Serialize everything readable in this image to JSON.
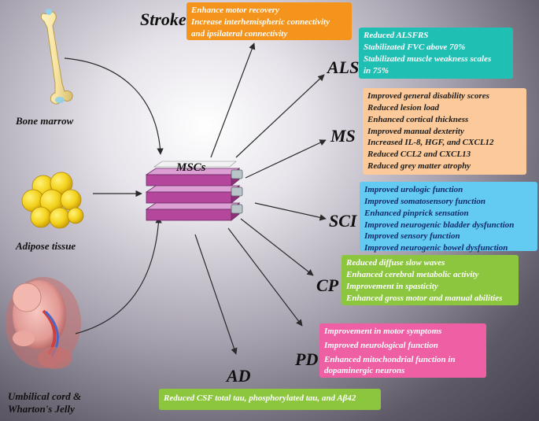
{
  "sources": [
    {
      "label": "Bone marrow"
    },
    {
      "label": "Adipose tissue"
    },
    {
      "label": "Umbilical cord &",
      "label2": "Wharton's Jelly"
    }
  ],
  "center": {
    "label": "MSCs"
  },
  "diseases": {
    "stroke": {
      "name": "Stroke",
      "effects": [
        "Enhance motor recovery",
        "Increase interhemispheric connectivity",
        "and ipsilateral connectivity"
      ]
    },
    "als": {
      "name": "ALS",
      "effects": [
        "Reduced ALSFRS",
        "Stabilizated FVC above 70%",
        "Stabilizated  muscle weakness scales",
        "in 75%"
      ]
    },
    "ms": {
      "name": "MS",
      "effects": [
        "Improved general disability scores",
        "Reduced lesion load",
        "Enhanced cortical thickness",
        "Improved manual dexterity",
        "Increased IL-8, HGF, and CXCL12",
        "Reduced CCL2 and CXCL13",
        "Reduced grey matter atrophy"
      ]
    },
    "sci": {
      "name": "SCI",
      "effects": [
        "Improved urologic function",
        "Improved somatosensory function",
        "Enhanced pinprick sensation",
        "Improved neurogenic bladder dysfunction",
        "Improved sensory function",
        "Improved neurogenic bowel dysfunction"
      ]
    },
    "cp": {
      "name": "CP",
      "effects": [
        "Reduced diffuse slow waves",
        "Enhanced cerebral metabolic activity",
        "Improvement in spasticity",
        "Enhanced gross motor and manual abilities"
      ]
    },
    "pd": {
      "name": "PD",
      "effects": [
        "Improvement in motor symptoms",
        "Improved neurological function",
        "Enhanced mitochondrial function in",
        "dopaminergic neurons"
      ]
    },
    "ad": {
      "name": "AD",
      "effects": [
        "Reduced CSF total tau, phosphorylated tau, and Aβ42"
      ]
    }
  },
  "colors": {
    "stroke": "#f4941d",
    "als": "#1fbfb4",
    "ms": "#fbc99a",
    "sci": "#63cbf1",
    "cp": "#8cc63f",
    "pd": "#ee5fa4",
    "ad": "#8cc63f",
    "flask": "#b4479b"
  }
}
